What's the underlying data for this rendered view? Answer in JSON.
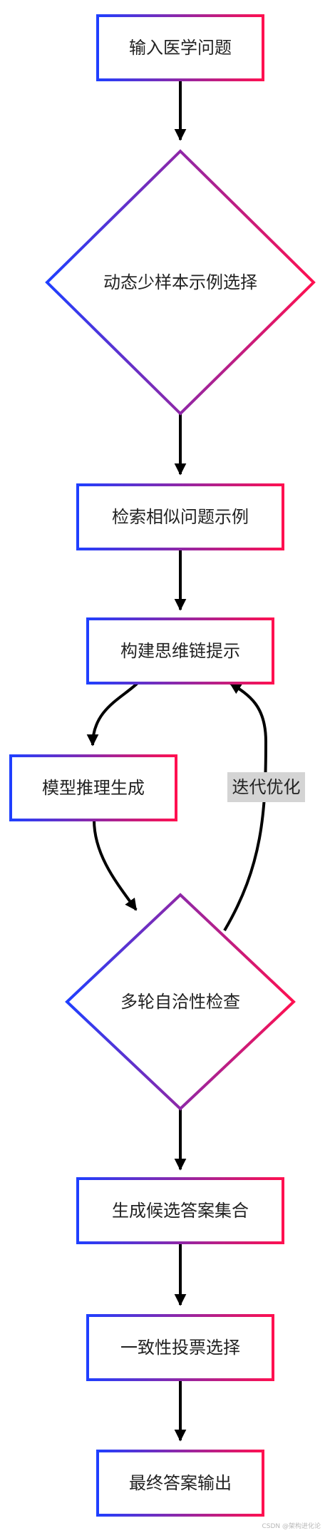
{
  "diagram": {
    "nodes": {
      "input": "输入医学问题",
      "fewshot": "动态少样本示例选择",
      "retrieve": "检索相似问题示例",
      "cot": "构建思维链提示",
      "infer": "模型推理生成",
      "consistency": "多轮自洽性检查",
      "candidates": "生成候选答案集合",
      "vote": "一致性投票选择",
      "output": "最终答案输出"
    },
    "edge_labels": {
      "iterate": "迭代优化"
    },
    "colors": {
      "gradient_start": "#1f3fff",
      "gradient_end": "#ff1050",
      "edge": "#000000",
      "label_bg": "#d4d4d4"
    }
  },
  "watermark": "CSDN @架构进化论"
}
